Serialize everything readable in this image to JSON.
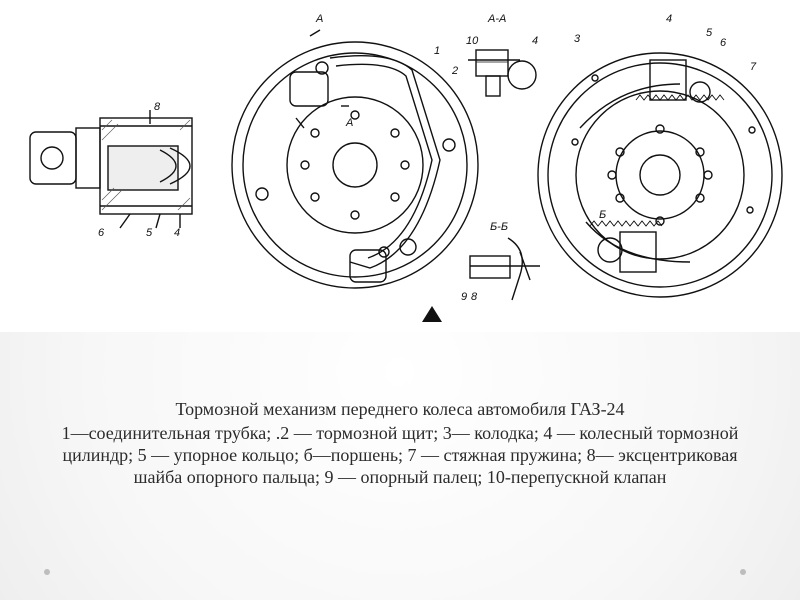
{
  "caption": {
    "title": "Тормозной механизм переднего колеса автомобиля ГАЗ-24",
    "legend": "1—соединительная трубка; .2 — тормозной щит; 3— колодка; 4 — колесный тормозной цилиндр; 5 — упорное кольцо; б—поршень; 7 — стяжная пружина; 8— эксцентриковая шайба опорного пальца; 9 — опорный палец; 10-перепускной клапан"
  },
  "diagram": {
    "section_aa": "А-А",
    "section_bb": "Б-Б",
    "marker_a": "А",
    "marker_b": "Б",
    "numbers": [
      "1",
      "2",
      "3",
      "4",
      "5",
      "6",
      "7",
      "8",
      "9",
      "10"
    ],
    "cyl_labels": [
      "6",
      "5",
      "4",
      "8"
    ]
  }
}
